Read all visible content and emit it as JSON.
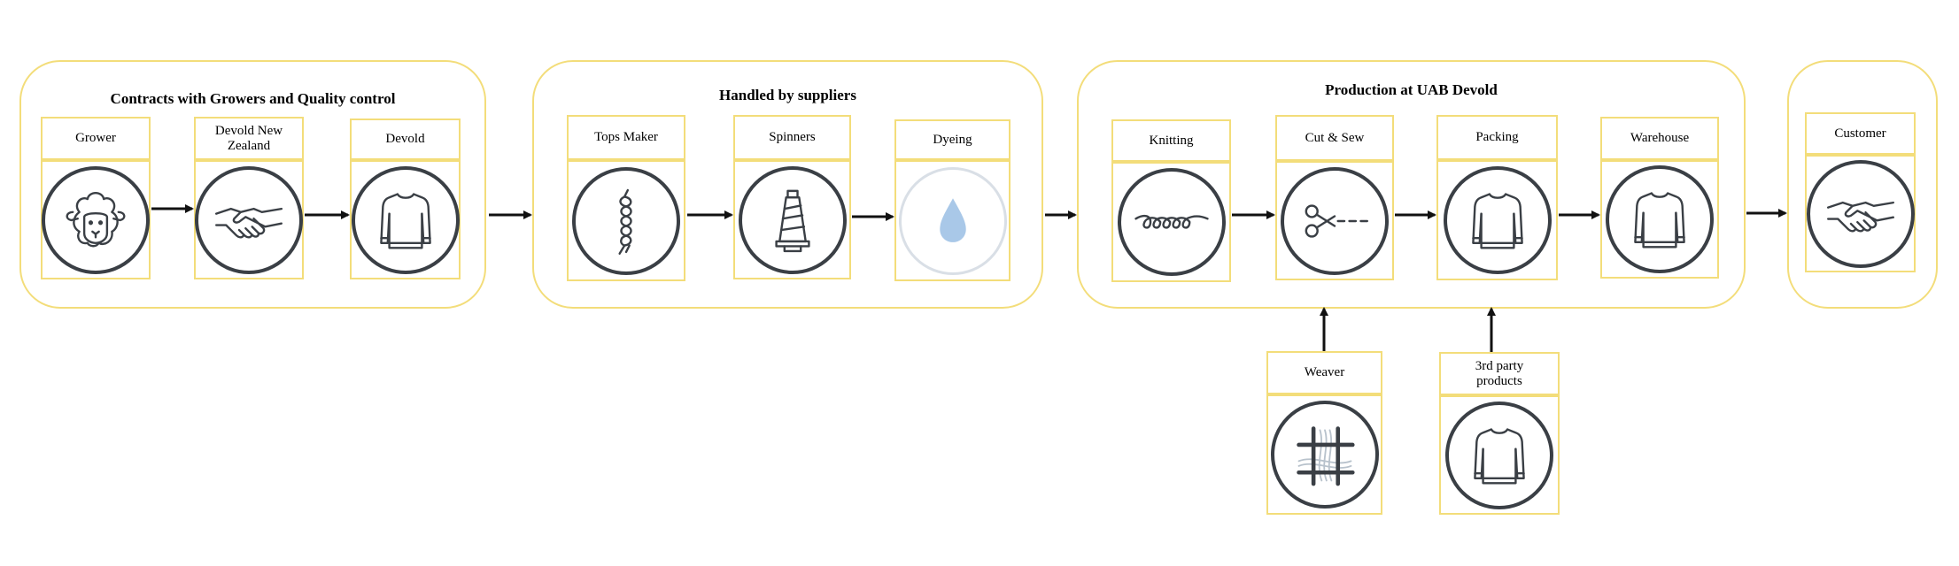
{
  "groups": {
    "contracts": {
      "title": "Contracts with Growers and Quality control"
    },
    "suppliers": {
      "title": "Handled by suppliers"
    },
    "production": {
      "title": "Production at UAB Devold"
    }
  },
  "steps": {
    "grower": {
      "label": "Grower",
      "icon": "sheep-icon"
    },
    "devold_nz": {
      "label": "Devold New\nZealand",
      "icon": "handshake-icon"
    },
    "devold": {
      "label": "Devold",
      "icon": "sweater-icon"
    },
    "tops_maker": {
      "label": "Tops Maker",
      "icon": "twisted-yarn-icon"
    },
    "spinners": {
      "label": "Spinners",
      "icon": "spool-icon"
    },
    "dyeing": {
      "label": "Dyeing",
      "icon": "water-drop-icon"
    },
    "knitting": {
      "label": "Knitting",
      "icon": "knit-loops-icon"
    },
    "cut_sew": {
      "label": "Cut & Sew",
      "icon": "scissors-icon"
    },
    "packing": {
      "label": "Packing",
      "icon": "sweater-icon"
    },
    "warehouse": {
      "label": "Warehouse",
      "icon": "sweater-icon"
    },
    "customer": {
      "label": "Customer",
      "icon": "handshake-icon"
    },
    "weaver": {
      "label": "Weaver",
      "icon": "woven-fabric-icon"
    },
    "third_party": {
      "label": "3rd party\nproducts",
      "icon": "sweater-icon"
    }
  },
  "colors": {
    "frame_border": "#f3dd7a",
    "icon_stroke": "#3a3f45",
    "water_drop": "#a9c8e8",
    "arrow": "#111111"
  }
}
